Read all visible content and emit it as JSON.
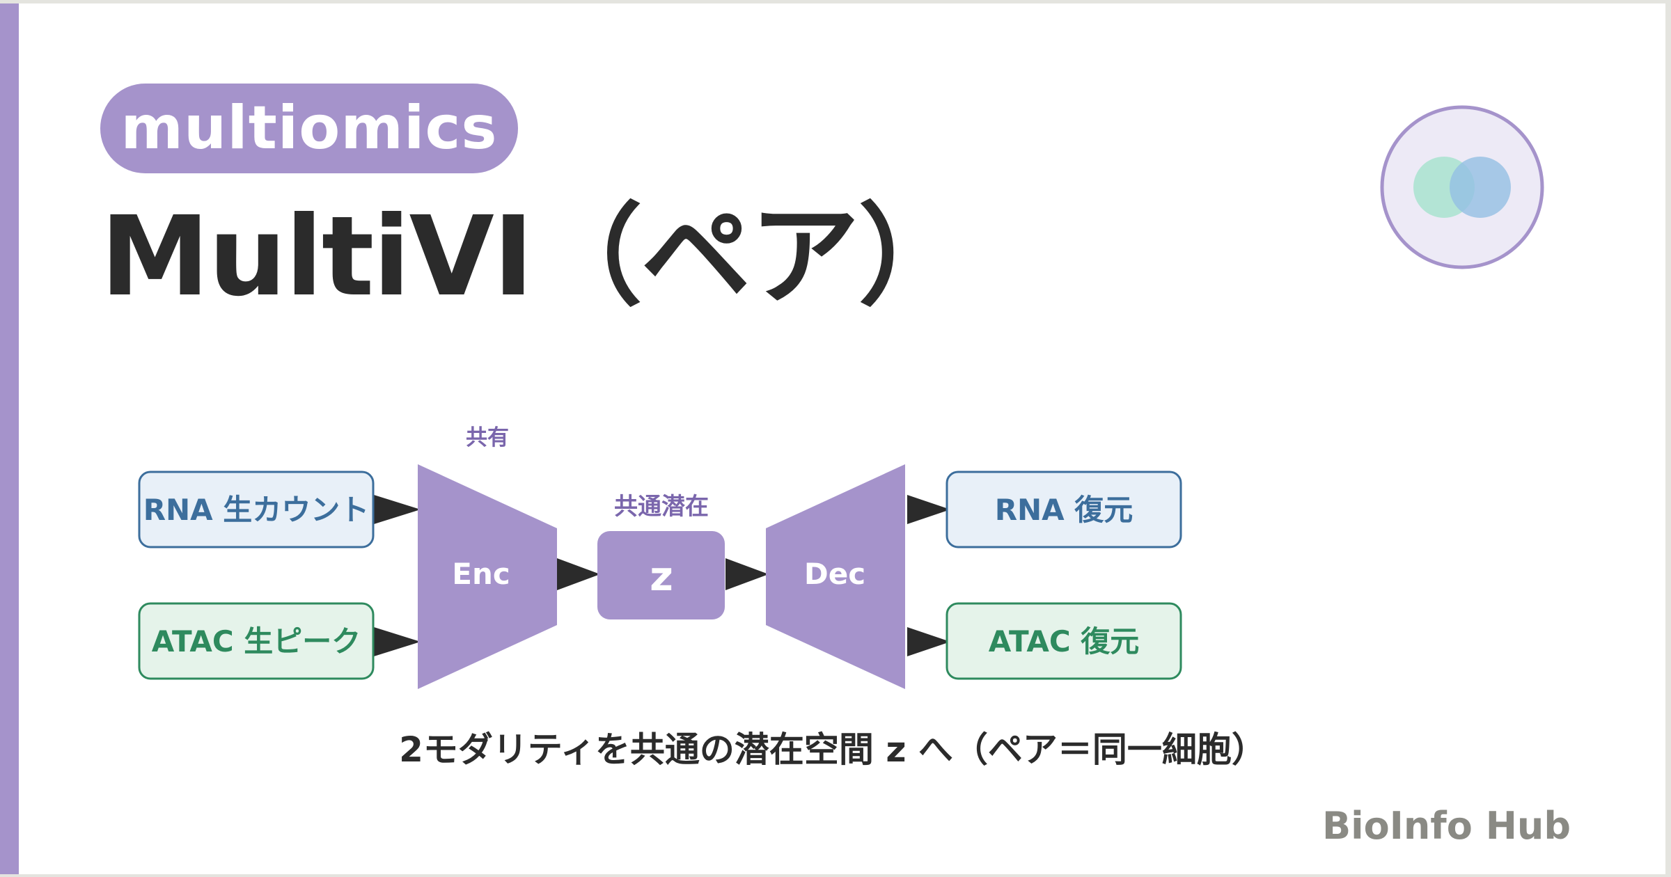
{
  "tag": "multiomics",
  "title": "MultiVI（ペア）",
  "diagram": {
    "inputs": [
      {
        "label": "RNA 生カウント",
        "kind": "rna"
      },
      {
        "label": "ATAC 生ピーク",
        "kind": "atac"
      }
    ],
    "encoder": {
      "label": "Enc",
      "note": "共有"
    },
    "latent": {
      "label": "z",
      "note": "共通潜在"
    },
    "decoder": {
      "label": "Dec"
    },
    "outputs": [
      {
        "label": "RNA 復元",
        "kind": "rna"
      },
      {
        "label": "ATAC 復元",
        "kind": "atac"
      }
    ]
  },
  "caption": "2モダリティを共通の潜在空間 z へ（ペア＝同一細胞）",
  "brand": "BioInfo Hub",
  "colors": {
    "accent": "#a593cb",
    "rna_fill": "#e8f0f8",
    "rna_stroke": "#3c6e9c",
    "atac_fill": "#e5f3ea",
    "atac_stroke": "#2e8a5e",
    "text_dark": "#2b2b2b",
    "brand_gray": "#8a8a84"
  }
}
